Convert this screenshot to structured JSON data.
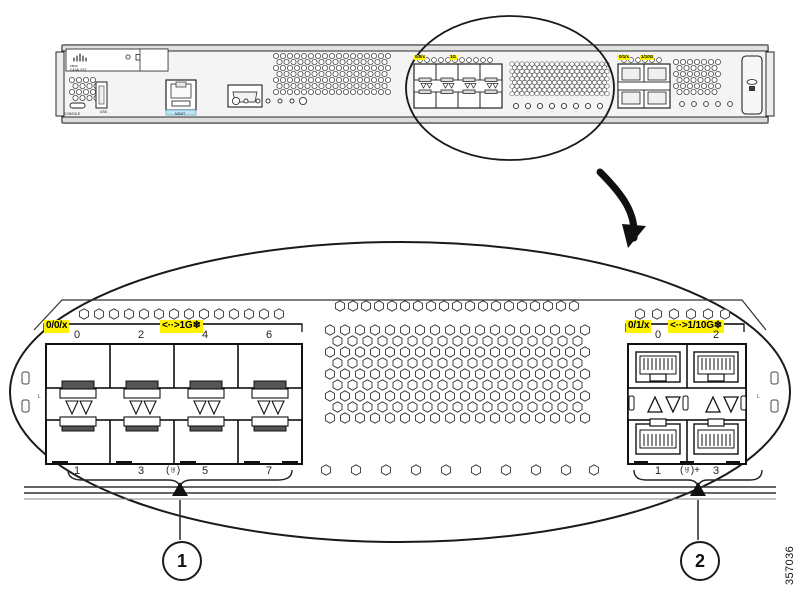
{
  "figure": {
    "id_number": "357036",
    "callouts": [
      {
        "number": "1",
        "target": "sfp-1g-port-group"
      },
      {
        "number": "2",
        "target": "rj45-1-10g-port-group"
      }
    ]
  },
  "chassis": {
    "brand": "cisco",
    "model_text": "CATALYST",
    "left_panel": {
      "console_label": "CONSOLE",
      "usb_label": "USB",
      "mgmt_label": "MGMT"
    }
  },
  "detail_view": {
    "left_module": {
      "slot_label": "0/0/x",
      "speed_label": "1G",
      "speed_prefix": "<··>",
      "speed_suffix": "❄",
      "top_port_numbers": [
        "0",
        "2",
        "4",
        "6"
      ],
      "bottom_port_numbers": [
        "1",
        "3",
        "5",
        "7"
      ],
      "network_symbol": "(♅)",
      "port_type": "SFP",
      "port_count": 8
    },
    "right_module": {
      "slot_label": "0/1/x",
      "speed_label": "1/10G",
      "speed_prefix": "<··>",
      "speed_suffix": "❄",
      "top_port_numbers": [
        "0",
        "2"
      ],
      "bottom_port_numbers": [
        "1",
        "3"
      ],
      "network_symbol": "(♅)+",
      "port_type": "RJ45",
      "port_count": 4
    },
    "center_module": {
      "description": "honeycomb-vent-grid"
    },
    "edge_label_left": "L"
  },
  "overview": {
    "left_module": {
      "slot_label": "0/0/x",
      "speed_label": "1G"
    },
    "right_module": {
      "slot_label": "0/1/x",
      "speed_label": "1/10G"
    }
  },
  "colors": {
    "highlight": "#fff200",
    "line": "#1a1a1a",
    "panel_fill": "#f2f2f2",
    "console_blue": "#bfe4f5"
  }
}
